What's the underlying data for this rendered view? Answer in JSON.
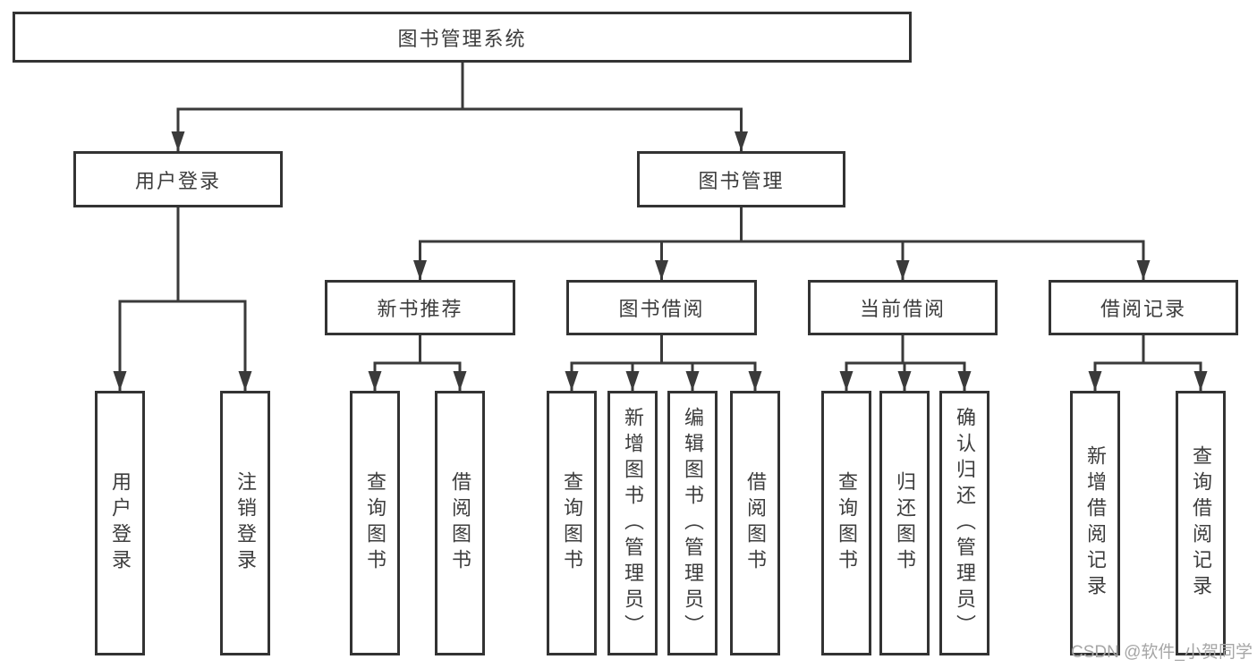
{
  "colors": {
    "line": "#3a3a3a",
    "box_border": "#333333",
    "text": "#3d3d3d",
    "watermark": "#a6a6a6",
    "background": "#ffffff"
  },
  "diagram": {
    "root": {
      "label": "图书管理系统"
    },
    "level1": [
      {
        "label": "用户登录"
      },
      {
        "label": "图书管理"
      }
    ],
    "level2": [
      {
        "label": "新书推荐"
      },
      {
        "label": "图书借阅"
      },
      {
        "label": "当前借阅"
      },
      {
        "label": "借阅记录"
      }
    ],
    "leaves": {
      "user_login": [
        {
          "label": "用户登录"
        },
        {
          "label": "注销登录"
        }
      ],
      "new_books": [
        {
          "label": "查询图书"
        },
        {
          "label": "借阅图书"
        }
      ],
      "book_borrow": [
        {
          "label": "查询图书"
        },
        {
          "label": "新增图书（管理员）"
        },
        {
          "label": "编辑图书（管理员）"
        },
        {
          "label": "借阅图书"
        }
      ],
      "current_borrow": [
        {
          "label": "查询图书"
        },
        {
          "label": "归还图书"
        },
        {
          "label": "确认归还（管理员）"
        }
      ],
      "borrow_records": [
        {
          "label": "新增借阅记录"
        },
        {
          "label": "查询借阅记录"
        }
      ]
    }
  },
  "watermark": {
    "text": "CSDN @软件_小贺同学"
  }
}
